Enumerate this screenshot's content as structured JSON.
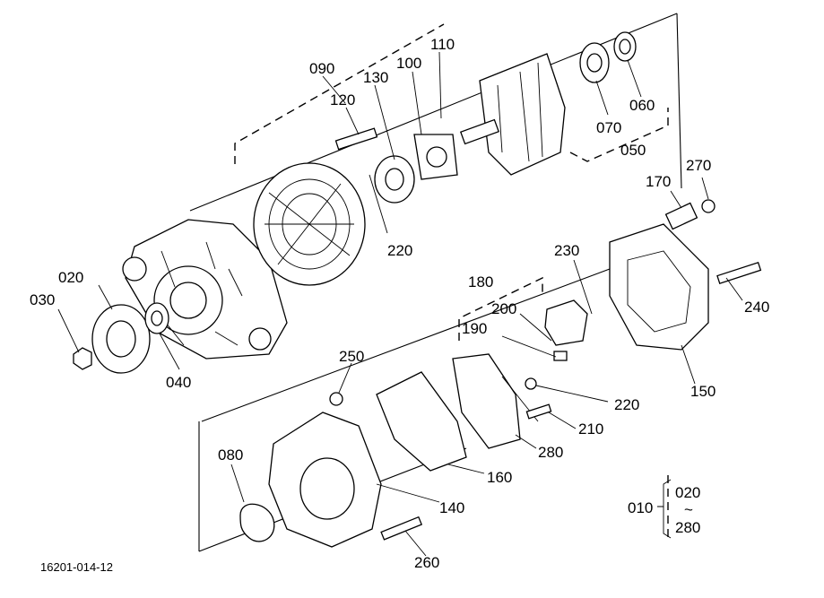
{
  "diagram": {
    "ref_code": "16201-014-12",
    "callouts": {
      "c090": "090",
      "c110": "110",
      "c100": "100",
      "c120": "120",
      "c130": "130",
      "c070": "070",
      "c060": "060",
      "c050": "050",
      "c170": "170",
      "c270": "270",
      "c220a": "220",
      "c020": "020",
      "c030": "030",
      "c040": "040",
      "c230": "230",
      "c180": "180",
      "c200": "200",
      "c190": "190",
      "c240": "240",
      "c150": "150",
      "c250": "250",
      "c220b": "220",
      "c210": "210",
      "c280": "280",
      "c160": "160",
      "c080": "080",
      "c140": "140",
      "c260": "260"
    },
    "assembly": {
      "main": "010",
      "range_start": "020",
      "tilde": "~",
      "range_end": "280"
    }
  }
}
